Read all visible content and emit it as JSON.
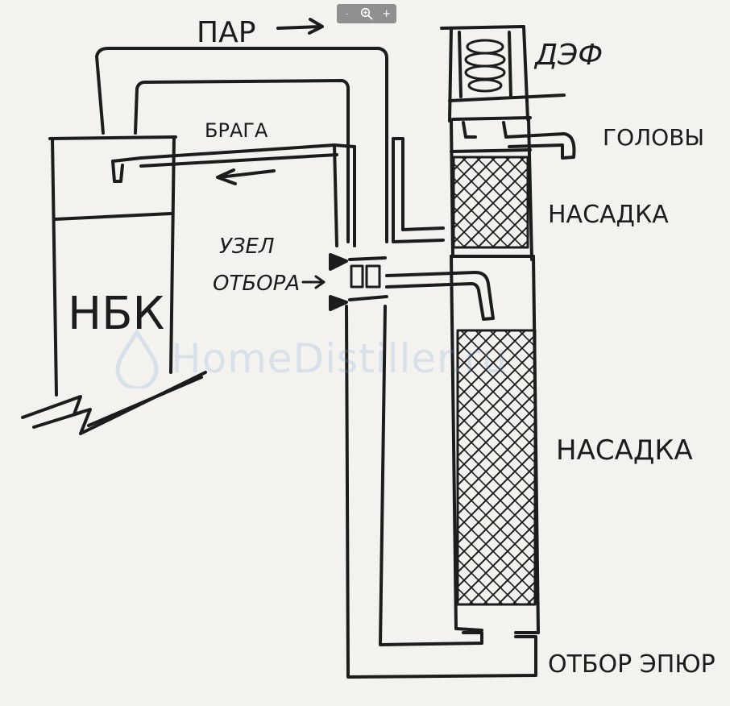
{
  "zoom_controls": {
    "zoom_out": "-",
    "zoom_icon": "magnifier-icon",
    "zoom_in": "+"
  },
  "labels": {
    "steam": "ПАР",
    "dephlegmator": "ДЭФ",
    "wash": "БРАГА",
    "heads": "ГОЛОВЫ",
    "packing_top": "НАСАДКА",
    "takeoff_node_line1": "УЗЕЛ",
    "takeoff_node_line2": "ОТБОРА",
    "boiler": "НБК",
    "packing_bottom": "НАСАДКА",
    "bottom_takeoff": "ОТБОР ЭПЮР"
  },
  "watermark": {
    "text": "HomeDistiller.ru",
    "icon": "drop-icon"
  },
  "colors": {
    "ink": "#1c1c1c",
    "paper": "#f3f2ef",
    "watermark": "#7aa6d6",
    "toolbar": "#8f8f8f"
  }
}
